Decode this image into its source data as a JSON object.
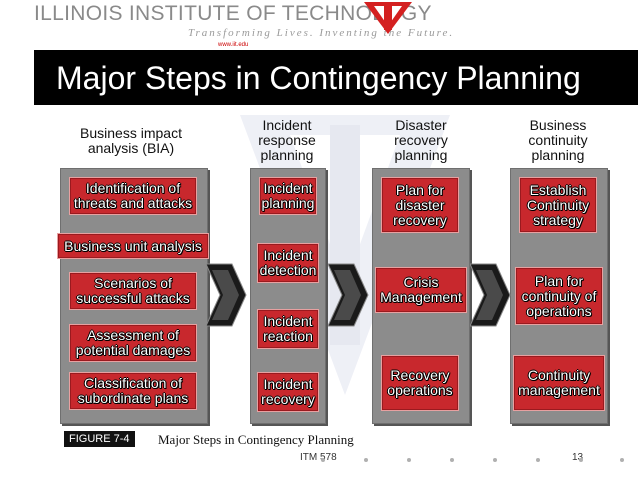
{
  "header": {
    "institution": "ILLINOIS INSTITUTE OF TECHNOLOGY",
    "tagline": "Transforming Lives. Inventing the Future.",
    "url": "www.iit.edu"
  },
  "slide_title": "Major Steps in Contingency Planning",
  "columns": [
    {
      "heading": "Business impact analysis (BIA)",
      "steps": [
        "Identification of threats and attacks",
        "Business unit analysis",
        "Scenarios of successful attacks",
        "Assessment of potential damages",
        "Classification of subordinate plans"
      ]
    },
    {
      "heading": "Incident response planning",
      "steps": [
        "Incident planning",
        "Incident detection",
        "Incident reaction",
        "Incident recovery"
      ]
    },
    {
      "heading": "Disaster recovery planning",
      "steps": [
        "Plan for disaster recovery",
        "Crisis Management",
        "Recovery operations"
      ]
    },
    {
      "heading": "Business continuity planning",
      "steps": [
        "Establish Continuity strategy",
        "Plan for continuity of operations",
        "Continuity management"
      ]
    }
  ],
  "figure": {
    "label": "FIGURE 7-4",
    "caption": "Major Steps in Contingency Planning"
  },
  "footer": {
    "course": "ITM 578",
    "page": "13"
  },
  "colors": {
    "step_box": "#c8282d",
    "panel": "#8c8c8c",
    "title_bar": "#000000"
  }
}
